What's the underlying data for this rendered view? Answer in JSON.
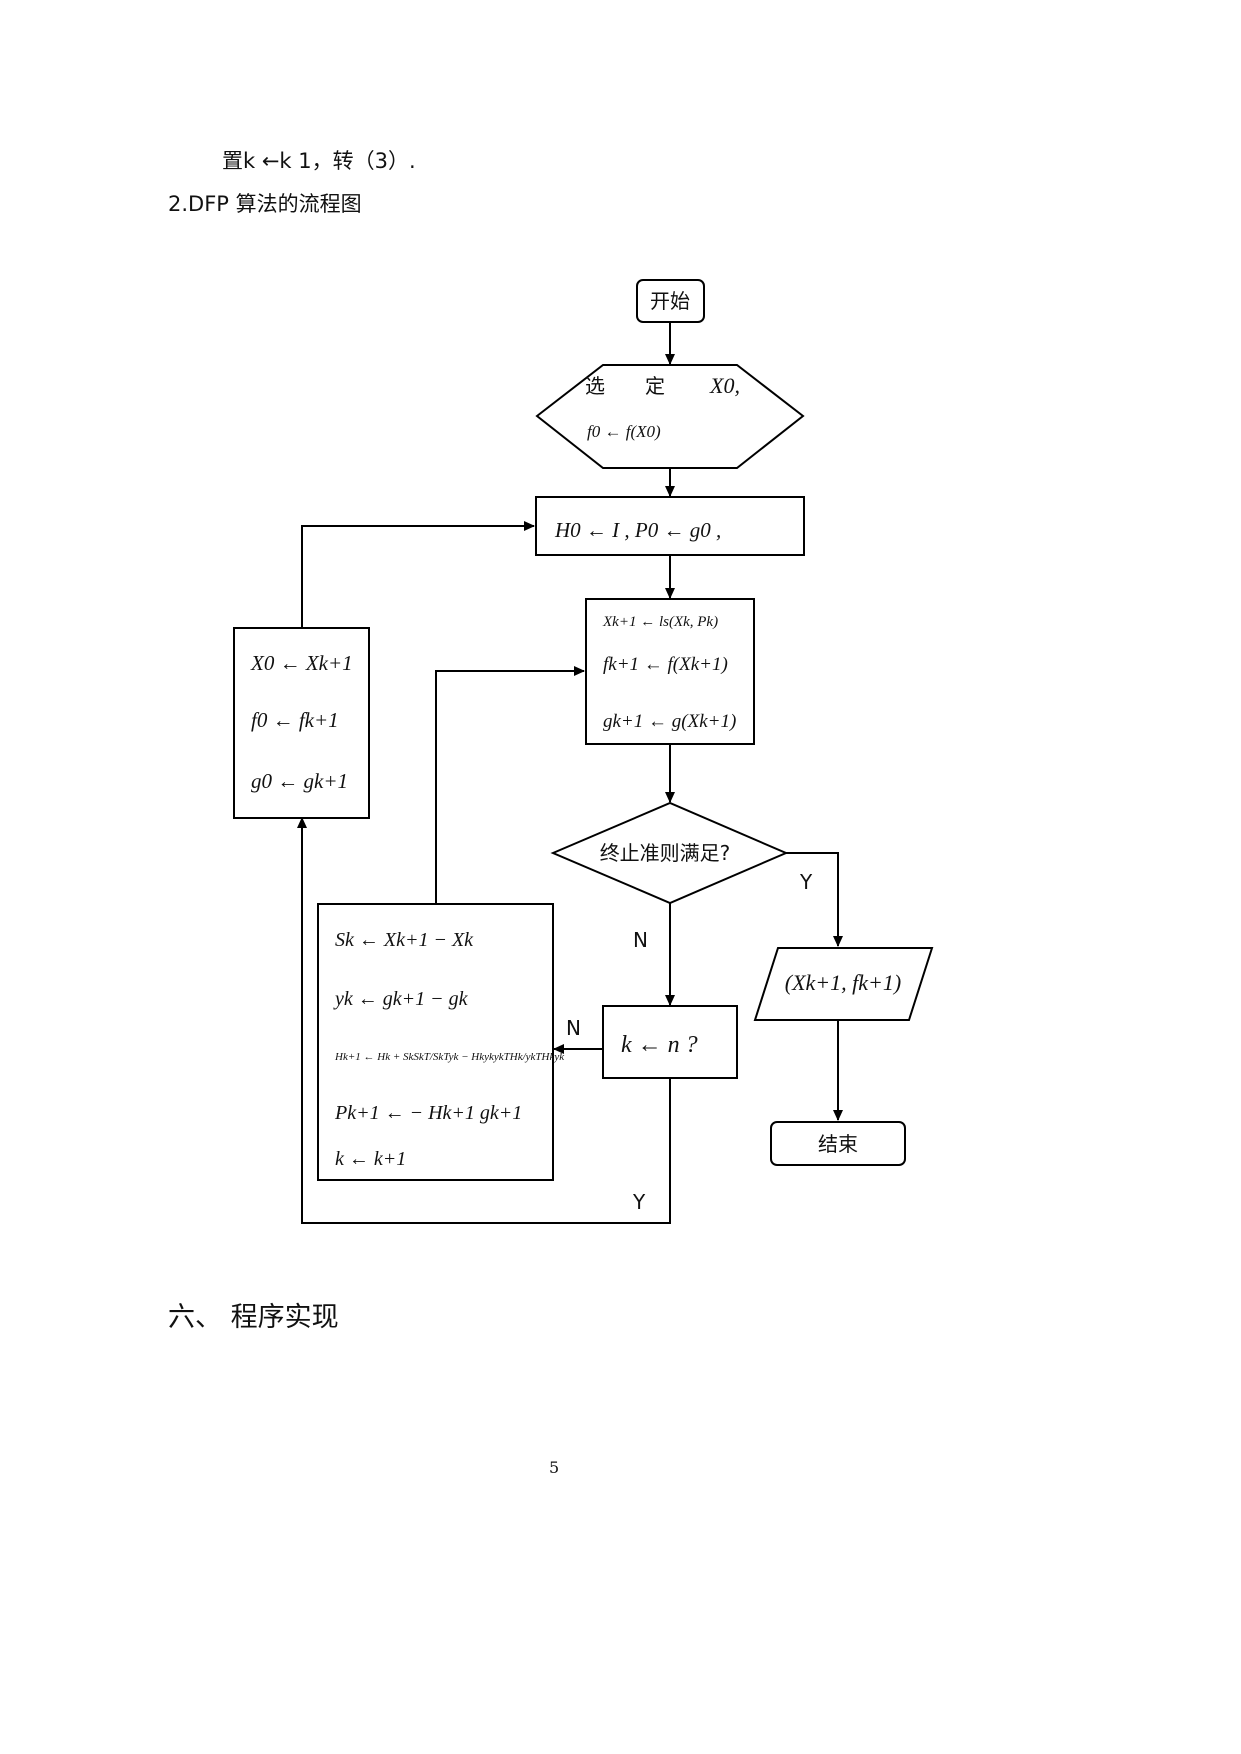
{
  "doc": {
    "intro_line": "置k ←k 1，转（3）.",
    "caption": "2.DFP 算法的流程图",
    "section_heading": "六、 程序实现",
    "page_number": "5"
  },
  "flow": {
    "start": "开始",
    "select_word1": "选",
    "select_word2": "定",
    "select_x0": "X0,",
    "select_f0": "f0 ← f(X0)",
    "init": "H0 ← I ,     P0 ← g0 ,",
    "ls_line1": "Xk+1 ← ls(Xk, Pk)",
    "ls_line2": "fk+1 ← f(Xk+1)",
    "ls_line3": "gk+1 ← g(Xk+1)",
    "reset_line1": "X0 ← Xk+1",
    "reset_line2": "f0 ← fk+1",
    "reset_line3": "g0 ← gk+1",
    "decision": "终止准则满足?",
    "yes_label": "Y",
    "no_label": "N",
    "output": "(Xk+1, fk+1)",
    "end": "结束",
    "count_check": "k ← n ?",
    "count_no": "N",
    "count_yes": "Y",
    "update_line1": "Sk ← Xk+1 − Xk",
    "update_line2": "yk ← gk+1 − gk",
    "update_line3": "Hk+1 ← Hk + SkSkT/SkTyk − HkykykTHk/ykTHkyk",
    "update_line4": "Pk+1 ← − Hk+1 gk+1",
    "update_line5": "k ← k+1"
  }
}
